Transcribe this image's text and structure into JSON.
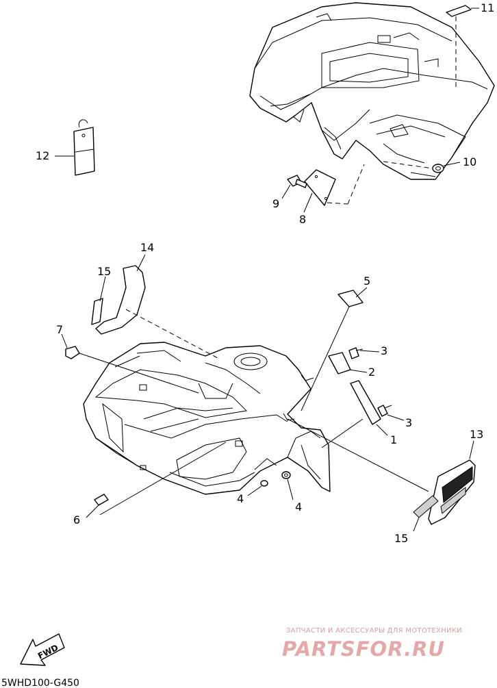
{
  "callouts": {
    "c1": "1",
    "c2": "2",
    "c3a": "3",
    "c3b": "3",
    "c4a": "4",
    "c4b": "4",
    "c5": "5",
    "c6": "6",
    "c7": "7",
    "c8": "8",
    "c9": "9",
    "c10": "10",
    "c11": "11",
    "c12": "12",
    "c13": "13",
    "c14": "14",
    "c15a": "15",
    "c15b": "15"
  },
  "fwd_label": "FWD",
  "diagram_code": "5WHD100-G450",
  "watermark": {
    "tagline": "ЗАПЧАСТИ И АКСЕССУАРЫ ДЛЯ МОТОТЕХНИКИ",
    "logo": "PARTSFOR.RU"
  }
}
